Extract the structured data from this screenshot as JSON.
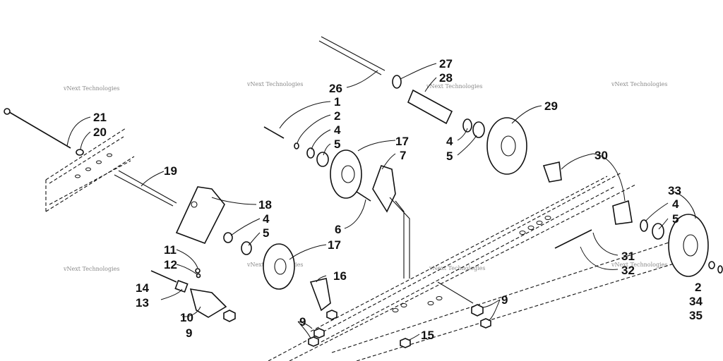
{
  "labels": {
    "l1": "1",
    "l2": "2",
    "l4a": "4",
    "l5a": "5",
    "l17a": "17",
    "l7": "7",
    "l6": "6",
    "l26": "26",
    "l27": "27",
    "l28": "28",
    "l29": "29",
    "l4b": "4",
    "l5b": "5",
    "l21": "21",
    "l20": "20",
    "l19": "19",
    "l18": "18",
    "l4c": "4",
    "l5c": "5",
    "l17b": "17",
    "l11": "11",
    "l12": "12",
    "l14": "14",
    "l13": "13",
    "l10": "10",
    "l9a": "9",
    "l16": "16",
    "l9b": "9",
    "l15": "15",
    "l9c": "9",
    "l30": "30",
    "l31": "31",
    "l32": "32",
    "l33": "33",
    "l4d": "4",
    "l5d": "5",
    "l2b": "2",
    "l34": "34",
    "l35": "35"
  },
  "watermark": "vNext Technologies"
}
